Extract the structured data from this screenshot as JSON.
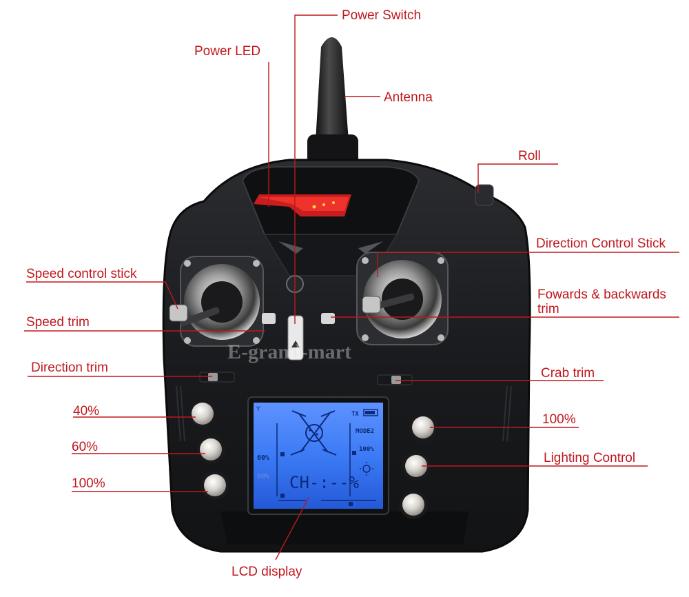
{
  "callouts": {
    "power_switch": "Power Switch",
    "power_led": "Power LED",
    "antenna": "Antenna",
    "roll": "Roll",
    "direction_control_stick": "Direction Control Stick",
    "speed_control_stick": "Speed control stick",
    "fowards_backwards_trim_line1": "Fowards & backwards",
    "fowards_backwards_trim_line2": "trim",
    "speed_trim": "Speed trim",
    "direction_trim": "Direction trim",
    "crab_trim": "Crab trim",
    "left_button_top": "40%",
    "left_button_middle": "60%",
    "left_button_bottom": "100%",
    "right_button_top": "100%",
    "lighting_control": "Lighting Control",
    "lcd_display": "LCD display"
  },
  "lcd": {
    "tx": "TX",
    "mode": "MODE2",
    "rate": "100%",
    "left_rate_active": "60%",
    "left_rate_dim": "80%",
    "channel": "CH-:--%"
  },
  "watermark": "E-grand-mart",
  "colors": {
    "callout_text": "#c0171d",
    "callout_line": "#c0171d",
    "body": "#1c1d20",
    "lcd_screen": "#2f6ff0",
    "led": "#e02424"
  }
}
